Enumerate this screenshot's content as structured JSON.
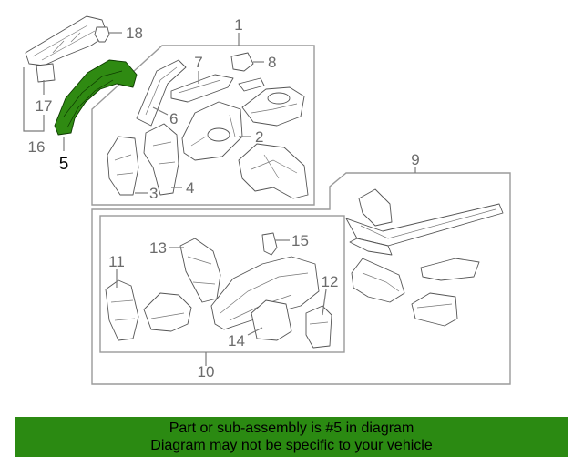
{
  "callouts": {
    "c1": "1",
    "c2": "2",
    "c3": "3",
    "c4": "4",
    "c5": "5",
    "c6": "6",
    "c7": "7",
    "c8": "8",
    "c9": "9",
    "c10": "10",
    "c11": "11",
    "c12": "12",
    "c13": "13",
    "c14": "14",
    "c15": "15",
    "c16": "16",
    "c17": "17",
    "c18": "18"
  },
  "highlighted_part": "5",
  "colors": {
    "highlight": "#2f8a12",
    "banner": "#2b8a12"
  },
  "banner": {
    "line1": "Part or sub-assembly is #5 in diagram",
    "line2": "Diagram may not be specific to your vehicle"
  }
}
